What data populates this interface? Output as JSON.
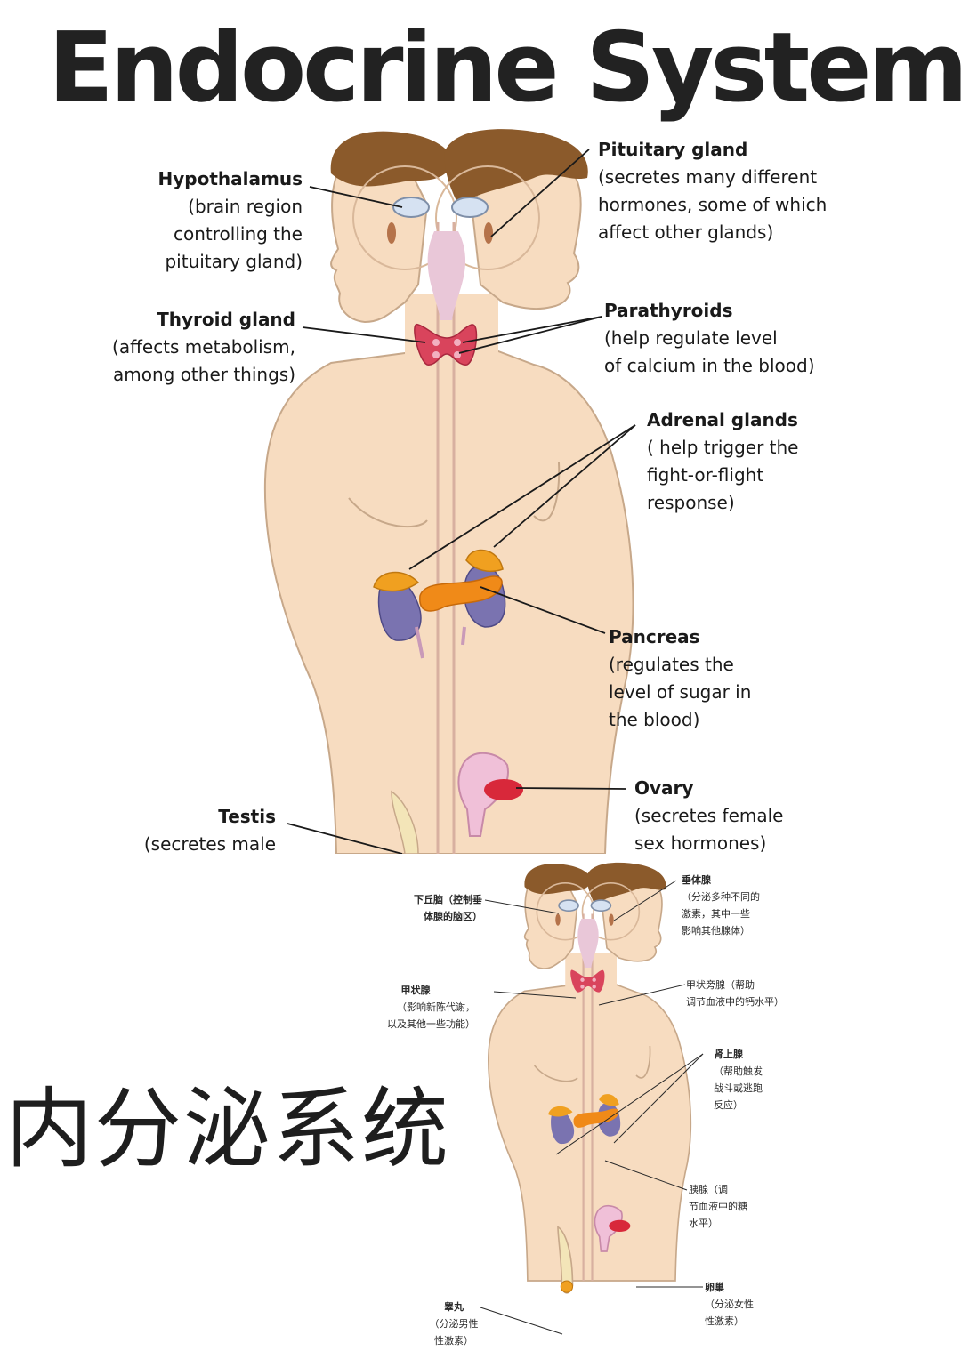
{
  "title_en": "Endocrine System",
  "title_zh": "内分泌系统",
  "labels_en": {
    "hypothalamus": {
      "name": "Hypothalamus",
      "desc": [
        "(brain region",
        "controlling the",
        "pituitary gland)"
      ]
    },
    "pituitary": {
      "name": "Pituitary gland",
      "desc": [
        "(secretes many different",
        "hormones, some of which",
        "affect other glands)"
      ]
    },
    "thyroid": {
      "name": "Thyroid gland",
      "desc": [
        "(affects metabolism,",
        "among other things)"
      ]
    },
    "parathyroids": {
      "name": "Parathyroids",
      "desc": [
        "(help regulate level",
        "of calcium in the blood)"
      ]
    },
    "adrenal": {
      "name": "Adrenal glands",
      "desc": [
        "( help trigger the",
        "fight-or-flight",
        "response)"
      ]
    },
    "pancreas": {
      "name": "Pancreas",
      "desc": [
        "(regulates the",
        "level of sugar in",
        "the blood)"
      ]
    },
    "ovary": {
      "name": "Ovary",
      "desc": [
        "(secretes female",
        "sex hormones)"
      ]
    },
    "testis": {
      "name": "Testis",
      "desc": [
        "(secretes male"
      ]
    }
  },
  "labels_zh": {
    "hypothalamus": {
      "name": "下丘脑（控制垂",
      "desc": [
        "体腺的脑区）"
      ]
    },
    "pituitary": {
      "name": "垂体腺",
      "desc": [
        "（分泌多种不同的",
        "激素，其中一些",
        "影响其他腺体）"
      ]
    },
    "thyroid": {
      "name": "甲状腺",
      "desc": [
        "（影响新陈代谢，",
        "以及其他一些功能）"
      ]
    },
    "parathyroids": {
      "name": "甲状旁腺（帮助",
      "desc": [
        "调节血液中的钙水平）"
      ]
    },
    "adrenal": {
      "name": "肾上腺",
      "desc": [
        "（帮助触发",
        "战斗或逃跑",
        "反应）"
      ]
    },
    "pancreas": {
      "name": "胰腺（调",
      "desc": [
        "节血液中的糖",
        "水平）"
      ]
    },
    "ovary": {
      "name": "卵巢",
      "desc": [
        "（分泌女性",
        "性激素）"
      ]
    },
    "testis": {
      "name": "睾丸",
      "desc": [
        "（分泌男性",
        "性激素）"
      ]
    }
  },
  "colors": {
    "skin": "#f7dcc0",
    "skin_outline": "#c7a88a",
    "hair": "#8b5a2b",
    "thyroid": "#d9445c",
    "adrenal": "#f0a020",
    "pancreas": "#f08a18",
    "kidney": "#7a73b0",
    "ovary": "#d8283a",
    "vessel": "#e9c7d8"
  }
}
